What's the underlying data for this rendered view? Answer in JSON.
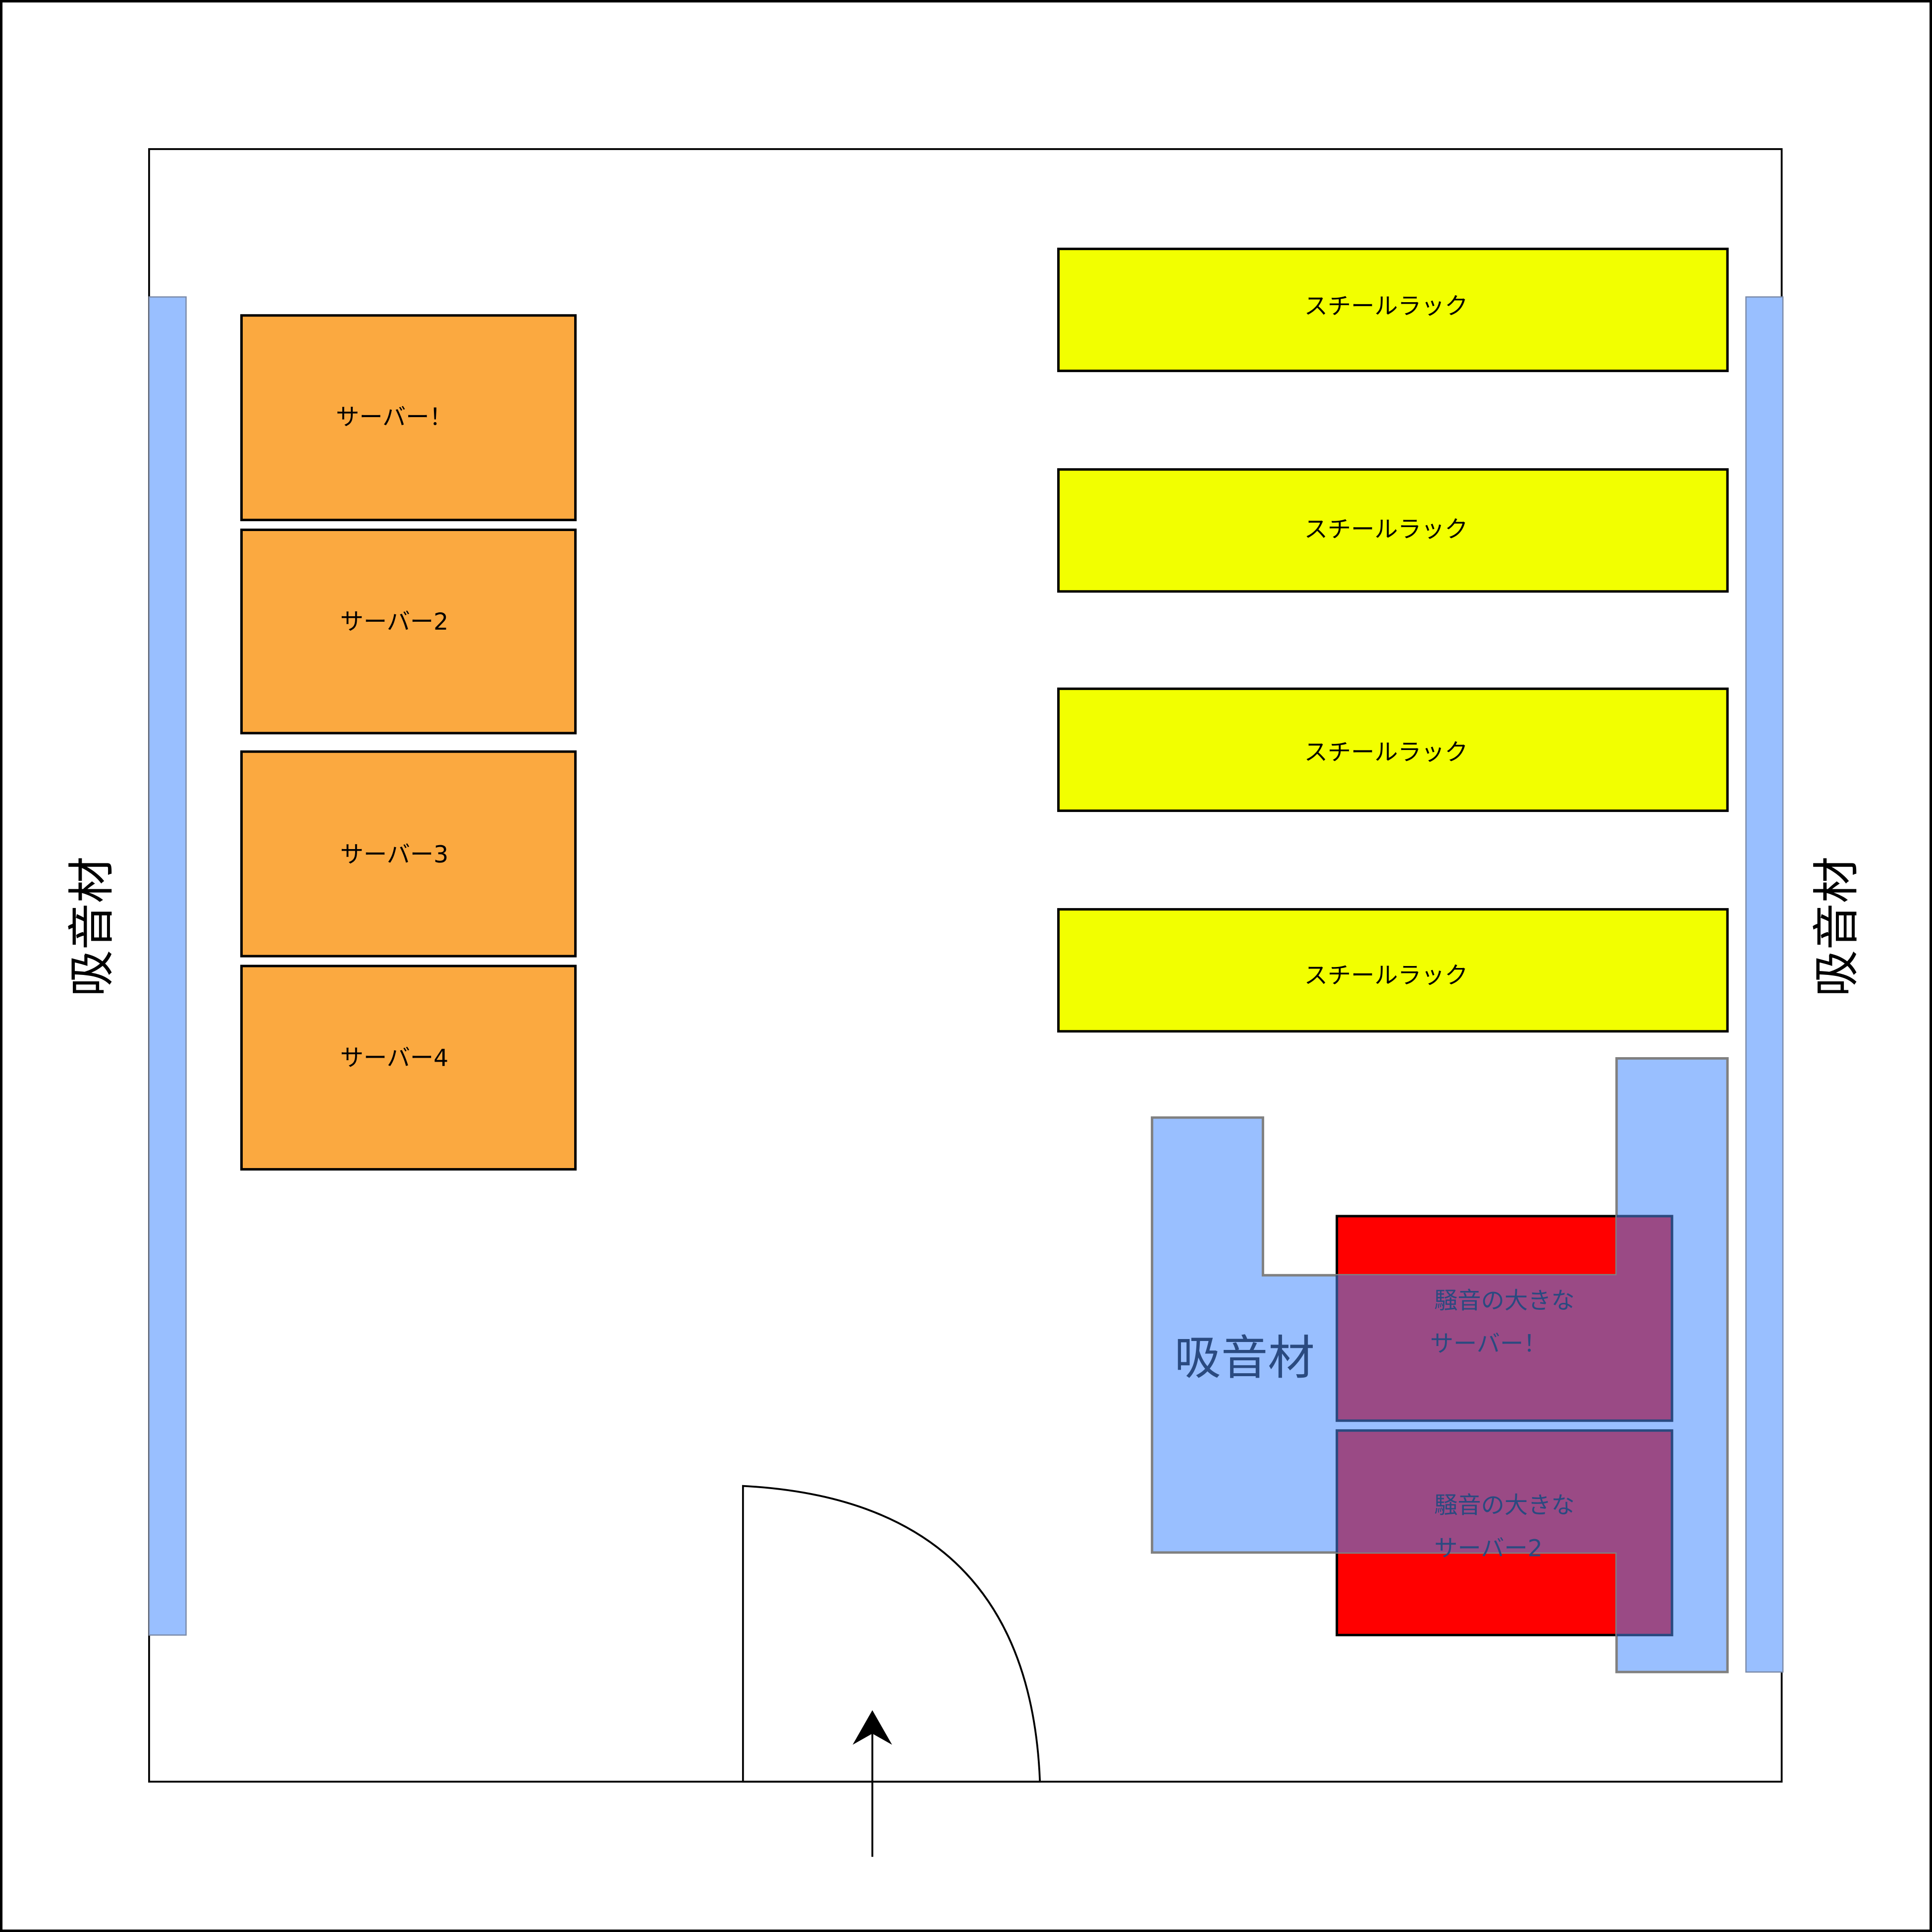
{
  "colors": {
    "server": "#fba940",
    "rack": "#f2ff00",
    "absorber": "#99bfff",
    "noisy_server": "#ff0000",
    "overlap": "#9a4a85",
    "absorber_text": "#2a4a80"
  },
  "servers": [
    "サーバー！",
    "サーバー2",
    "サーバー3",
    "サーバー4"
  ],
  "racks": [
    "スチールラック",
    "スチールラック",
    "スチールラック",
    "スチールラック"
  ],
  "absorber_labels": {
    "left": "吸音材",
    "right": "吸音材",
    "center": "吸音材"
  },
  "noisy_servers": [
    {
      "line1": "騒音の大きな",
      "line2": "サーバー！"
    },
    {
      "line1": "騒音の大きな",
      "line2": "サーバー2"
    }
  ],
  "door": {
    "icon": "door-swing-icon",
    "arrow": "entry-arrow-icon"
  }
}
